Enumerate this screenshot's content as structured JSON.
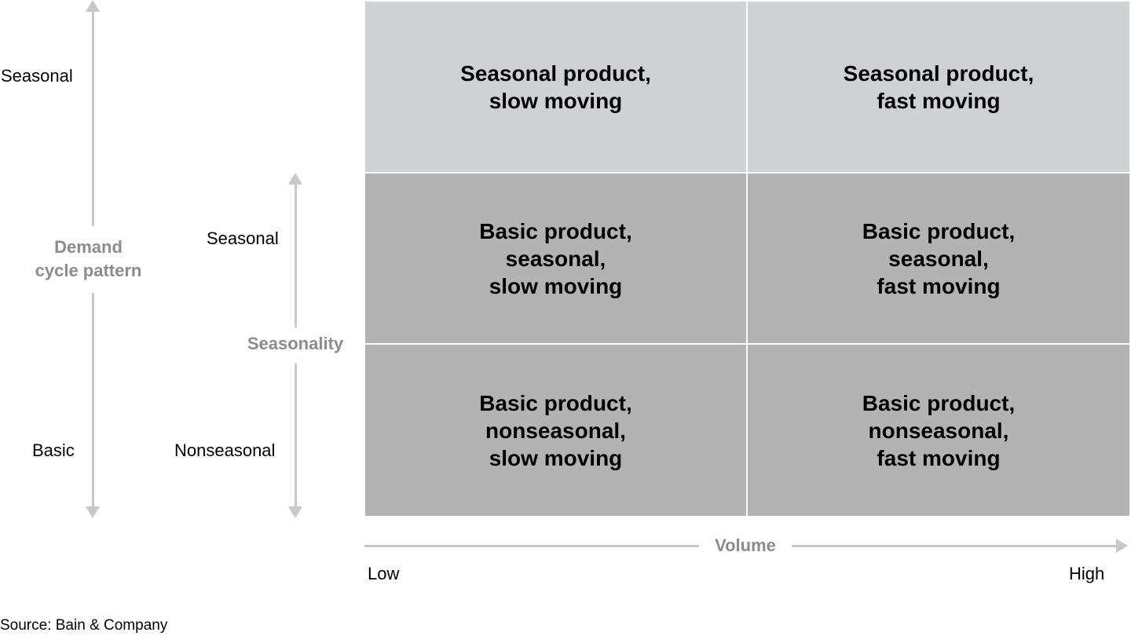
{
  "demand_axis": {
    "title": "Demand\ncycle pattern",
    "top_label": "Seasonal",
    "bottom_label": "Basic"
  },
  "seasonality_axis": {
    "title": "Seasonality",
    "top_label": "Seasonal",
    "bottom_label": "Nonseasonal"
  },
  "volume_axis": {
    "title": "Volume",
    "low_label": "Low",
    "high_label": "High"
  },
  "matrix": {
    "cells": [
      {
        "text": "Seasonal product,\nslow moving"
      },
      {
        "text": "Seasonal product,\nfast moving"
      },
      {
        "text": "Basic product,\nseasonal,\nslow moving"
      },
      {
        "text": "Basic product,\nseasonal,\nfast moving"
      },
      {
        "text": "Basic product,\nnonseasonal,\nslow moving"
      },
      {
        "text": "Basic product,\nnonseasonal,\nfast moving"
      }
    ],
    "colors": {
      "top_row": "#d0d1d3",
      "lower_rows": "#b3b3b3",
      "axis": "#c8c8ca",
      "axis_title": "#8c8c8e"
    }
  },
  "source": "Source: Bain & Company"
}
